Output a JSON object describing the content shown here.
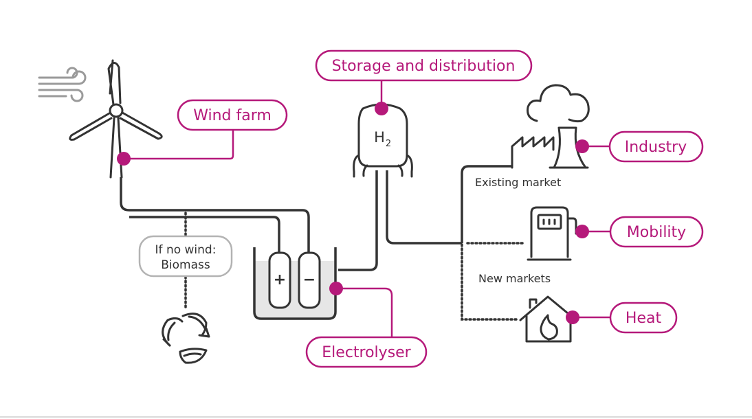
{
  "labels": {
    "wind_farm": "Wind farm",
    "storage": "Storage and distribution",
    "industry": "Industry",
    "mobility": "Mobility",
    "heat": "Heat",
    "electrolyser": "Electrolyser",
    "biomass_line1": "If no wind:",
    "biomass_line2": "Biomass"
  },
  "annotations": {
    "existing_market": "Existing market",
    "new_markets": "New markets"
  },
  "tank": {
    "symbol": "H",
    "subscript": "2"
  },
  "electrolyser_signs": {
    "plus": "+",
    "minus": "−"
  },
  "colors": {
    "accent": "#b5197a",
    "line": "#333333",
    "gray_border": "#b3b3b3",
    "water": "#e6e6e6"
  },
  "icons": [
    "wind-gust-icon",
    "wind-turbine-icon",
    "hydrogen-tank-icon",
    "factory-icon",
    "fuel-pump-icon",
    "house-flame-icon",
    "biomass-leaves-icon",
    "electrolyser-icon"
  ]
}
